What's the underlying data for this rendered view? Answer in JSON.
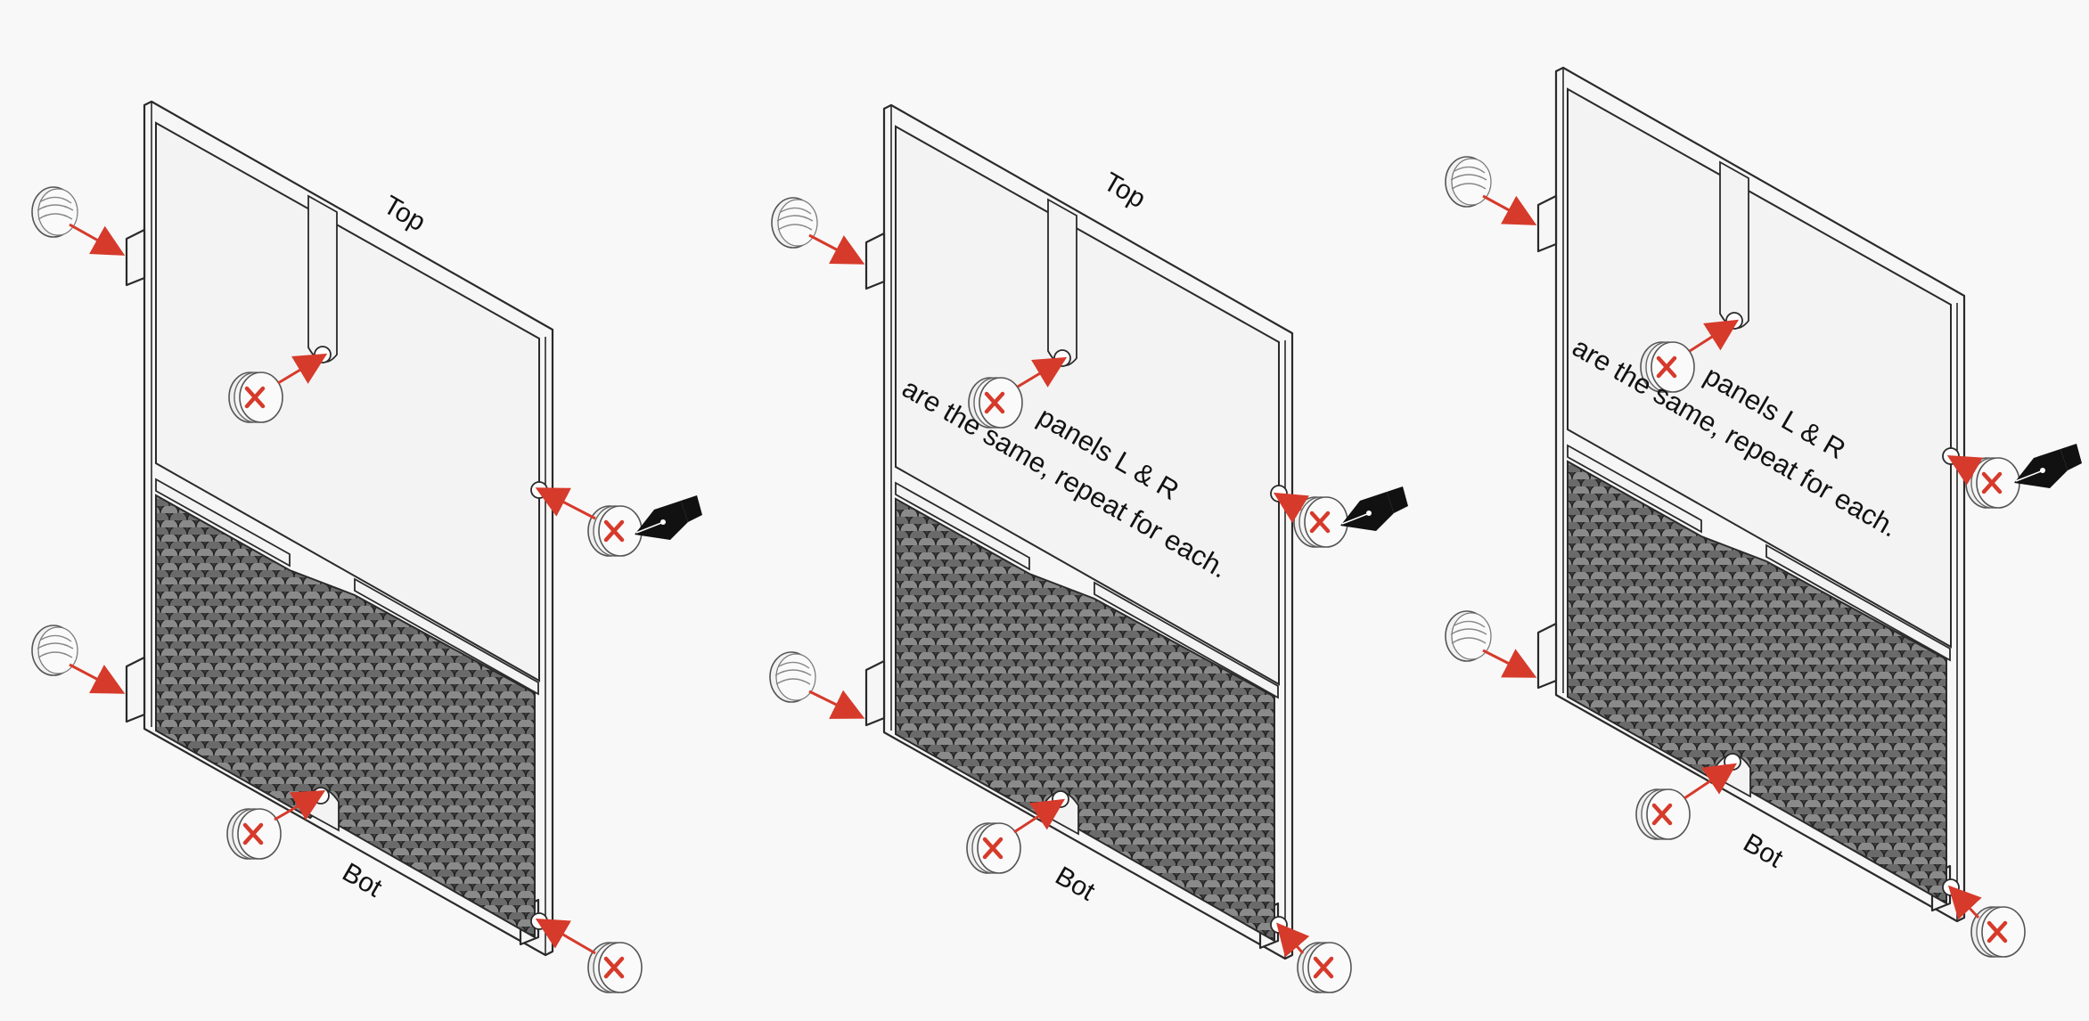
{
  "panels": [
    {
      "id": "panel-1",
      "top_label": "Top",
      "bottom_label": "Bot",
      "note_line_1": "",
      "note_line_2": ""
    },
    {
      "id": "panel-2",
      "top_label": "Top",
      "bottom_label": "Bot",
      "note_line_1": "panels L & R",
      "note_line_2": "are the same, repeat for each."
    },
    {
      "id": "panel-3",
      "top_label": "",
      "bottom_label": "Bot",
      "note_line_1": "panels L & R",
      "note_line_2": "are the same, repeat for each."
    }
  ],
  "colors": {
    "background": "#f8f8f8",
    "line": "#2a2a2a",
    "arrow": "#d63a2b",
    "mesh": "#3c3c3c",
    "pen": "#111111"
  },
  "icons": {
    "plain_foot": "rubber-foot-icon",
    "marked_foot": "rubber-foot-with-x-icon",
    "pen": "fountain-pen-icon"
  }
}
